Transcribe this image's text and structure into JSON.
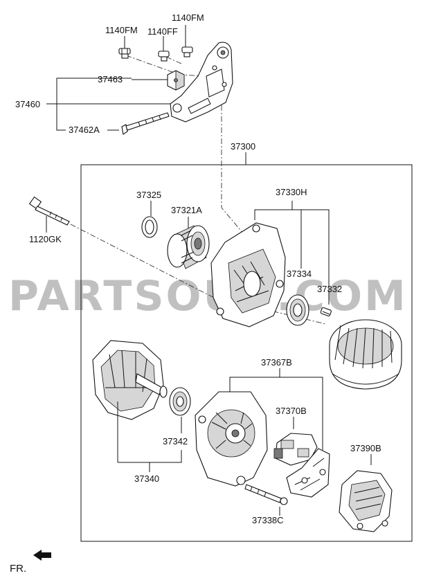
{
  "labels": {
    "p1140fm_a": "1140FM",
    "p1140fm_b": "1140FM",
    "p1140ff": "1140FF",
    "p37463": "37463",
    "p37460": "37460",
    "p37462a": "37462A",
    "p37300": "37300",
    "p37325": "37325",
    "p37321a": "37321A",
    "p37330h": "37330H",
    "p1120gk": "1120GK",
    "p37334": "37334",
    "p37332": "37332",
    "p37367b": "37367B",
    "p37370b": "37370B",
    "p37342": "37342",
    "p37390b": "37390B",
    "p37340": "37340",
    "p37338c": "37338C"
  },
  "watermark": "PARTSOUQ.COM",
  "orientation": {
    "label": "FR.",
    "icon": "front-arrow-icon"
  }
}
